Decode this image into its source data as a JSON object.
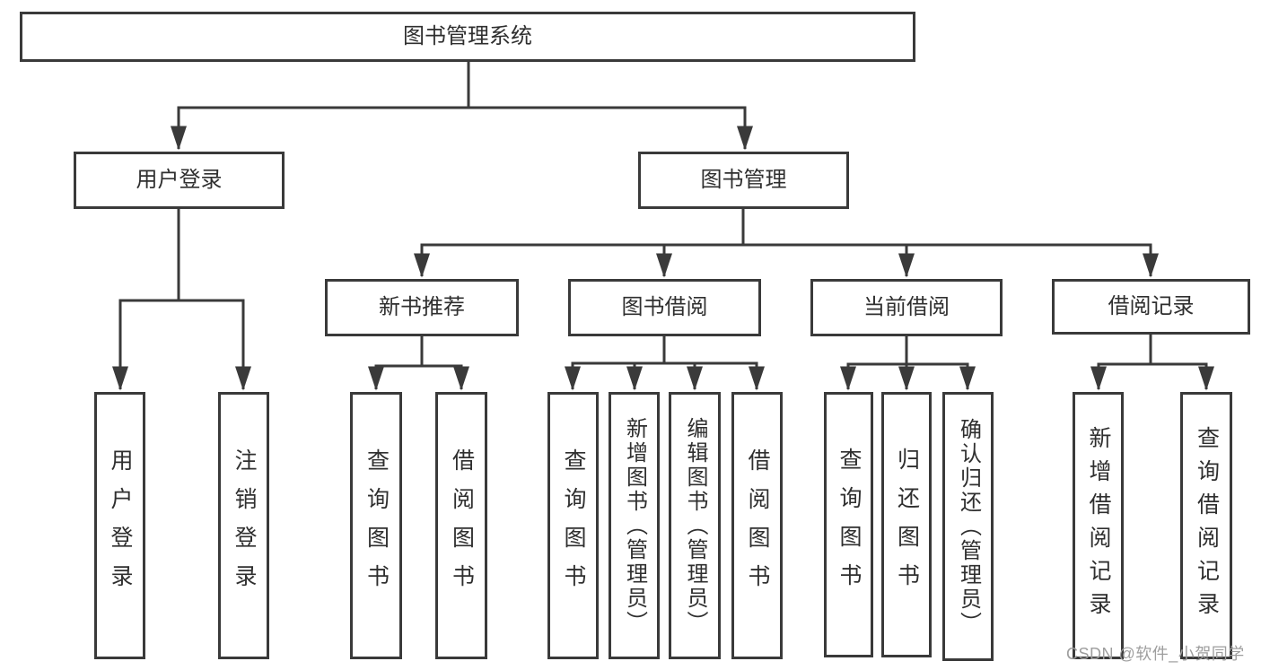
{
  "diagram": {
    "root": {
      "label": "图书管理系统",
      "children": [
        {
          "label": "用户登录",
          "children": [
            {
              "label": "用户登录"
            },
            {
              "label": "注销登录"
            }
          ]
        },
        {
          "label": "图书管理",
          "children": [
            {
              "label": "新书推荐",
              "children": [
                {
                  "label": "查询图书"
                },
                {
                  "label": "借阅图书"
                }
              ]
            },
            {
              "label": "图书借阅",
              "children": [
                {
                  "label": "查询图书"
                },
                {
                  "label": "新增图书（管理员）"
                },
                {
                  "label": "编辑图书（管理员）"
                },
                {
                  "label": "借阅图书"
                }
              ]
            },
            {
              "label": "当前借阅",
              "children": [
                {
                  "label": "查询图书"
                },
                {
                  "label": "归还图书"
                },
                {
                  "label": "确认归还（管理员）"
                }
              ]
            },
            {
              "label": "借阅记录",
              "children": [
                {
                  "label": "新增借阅记录"
                },
                {
                  "label": "查询借阅记录"
                }
              ]
            }
          ]
        }
      ]
    },
    "watermark": "CSDN @软件_小贺同学",
    "colors": {
      "line": "#3a3a3a",
      "text": "#2f2f2f",
      "watermark": "#9e9e9e",
      "background": "#ffffff"
    }
  }
}
